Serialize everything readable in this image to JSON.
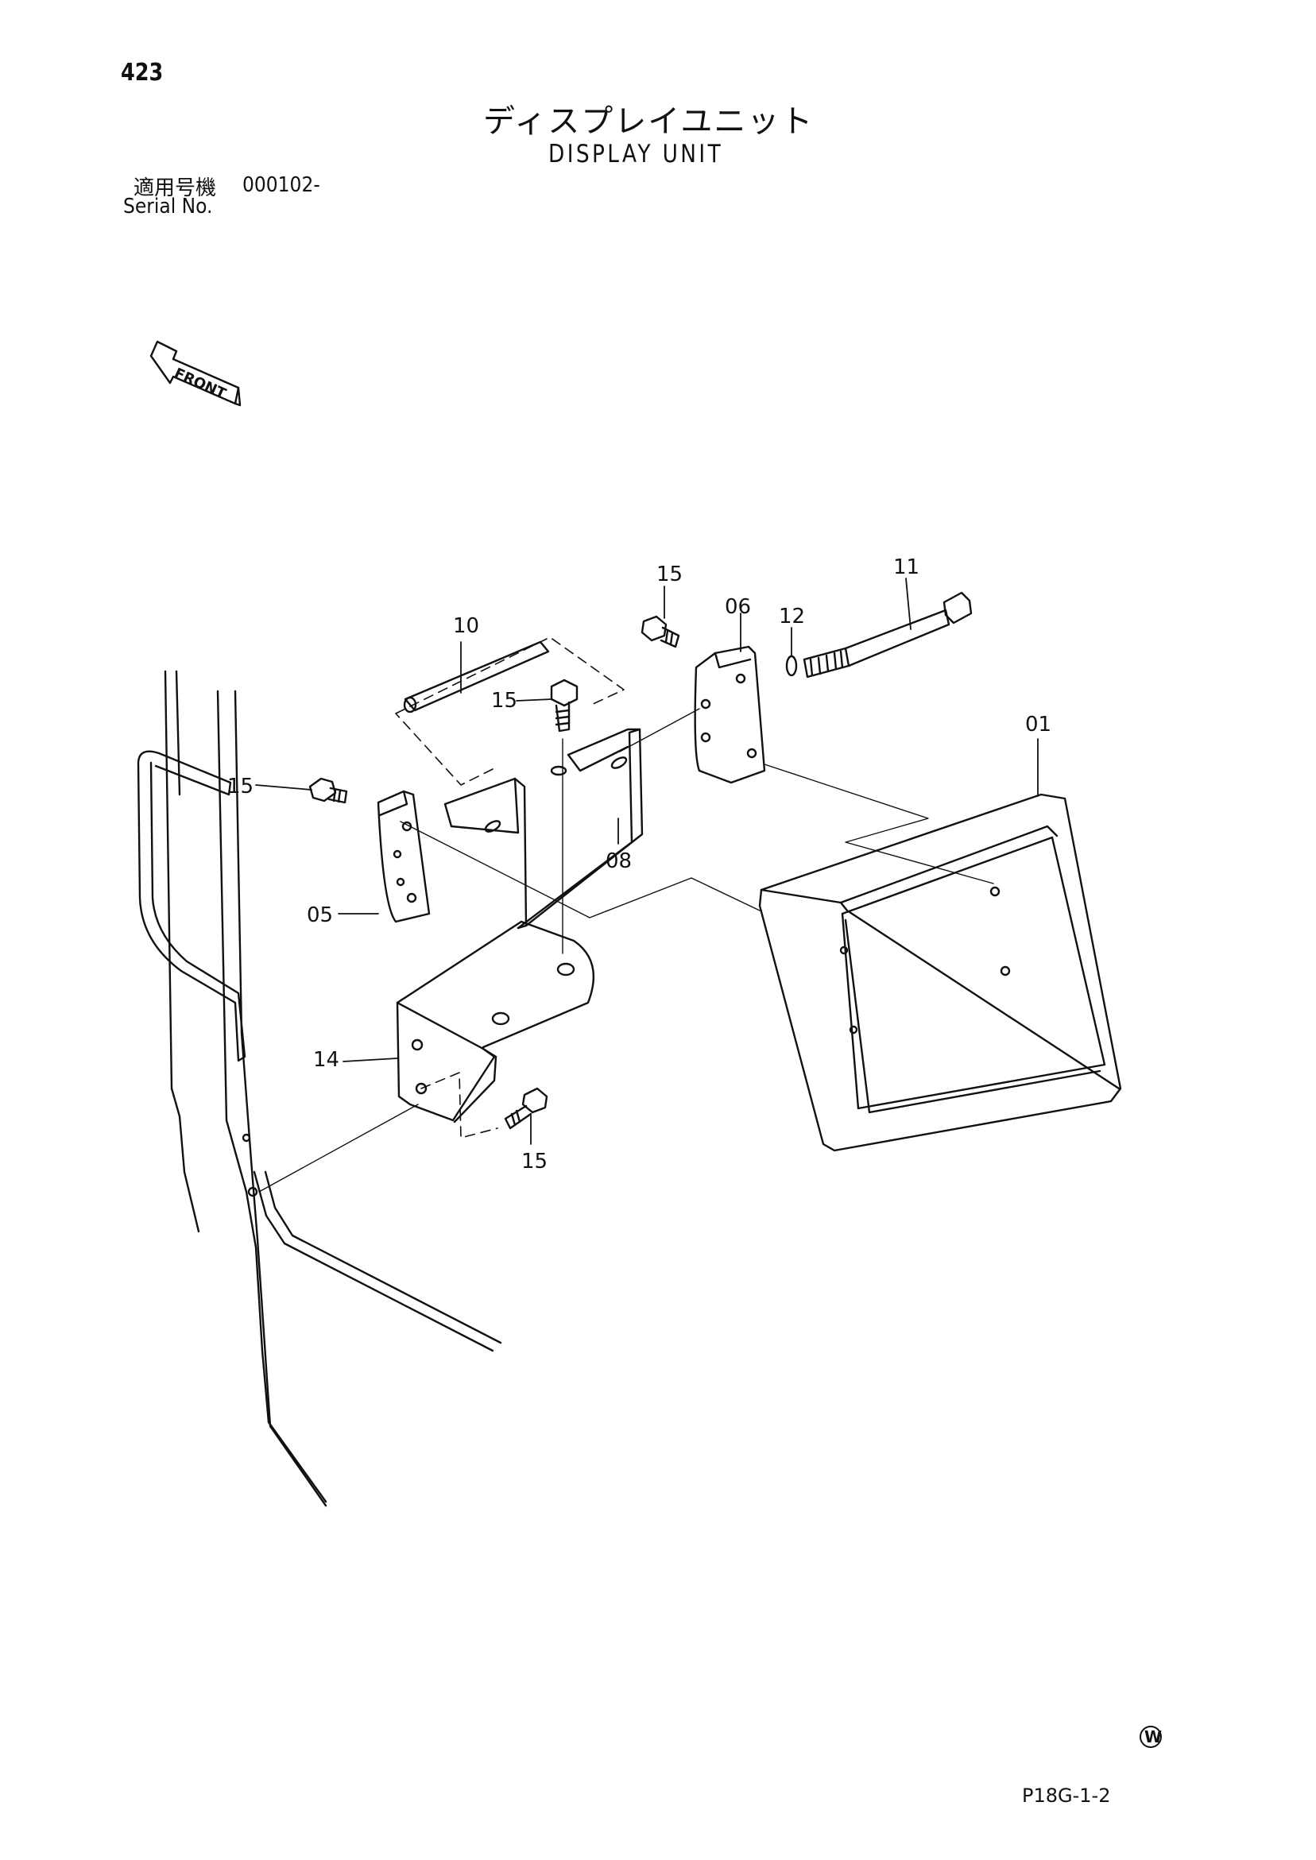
{
  "page": {
    "number": "423",
    "title_jp": "ディスプレイユニット",
    "title_en": "DISPLAY UNIT",
    "serial_label_jp": "適用号機",
    "serial_value": "000102-",
    "serial_label_en": "Serial No.",
    "page_code": "P18G-1-2",
    "badge": "W"
  },
  "front_arrow": {
    "label": "FRONT"
  },
  "parts": {
    "p01": "01",
    "p05": "05",
    "p06": "06",
    "p08": "08",
    "p10": "10",
    "p11": "11",
    "p12": "12",
    "p14": "14",
    "p15a": "15",
    "p15b": "15",
    "p15c": "15",
    "p15d": "15"
  }
}
